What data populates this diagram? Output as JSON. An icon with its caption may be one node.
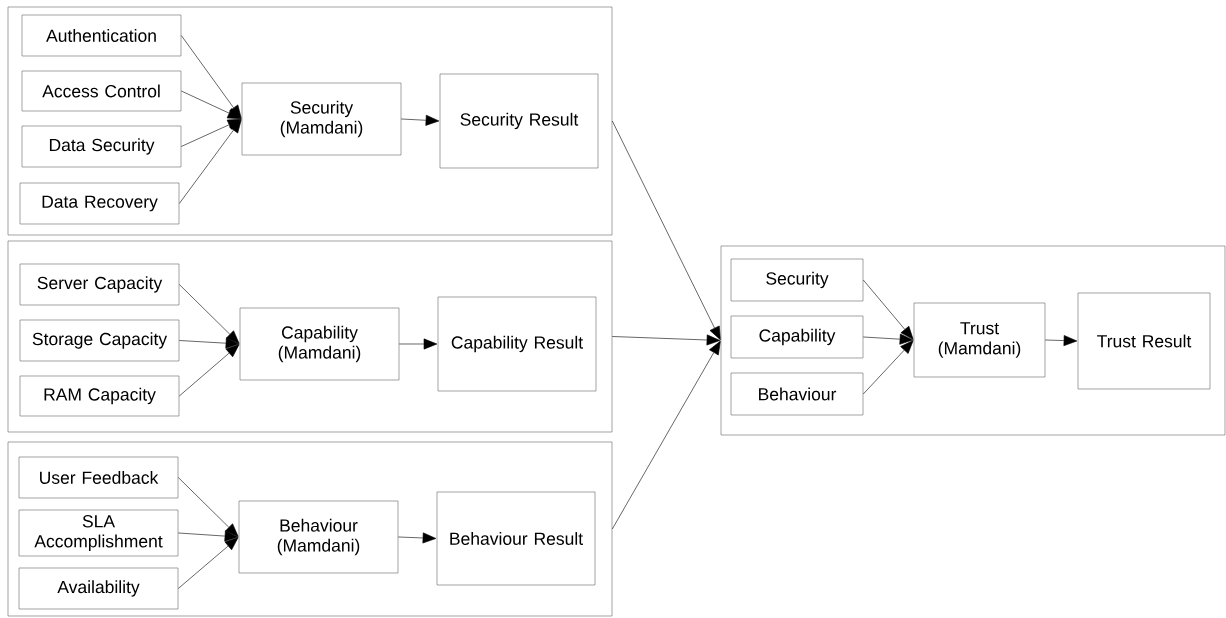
{
  "diagram": {
    "nodes": [
      {
        "text": [],
        "shape": "box"
      },
      {
        "text": [
          "Authentication"
        ],
        "in": 0
      },
      {
        "text": [
          "Access Control"
        ],
        "in": 0
      },
      {
        "text": [
          "Data Security"
        ],
        "in": 0
      },
      {
        "text": [
          "Data Recovery"
        ],
        "in": 0
      },
      {
        "text": [
          "Security (Mamdani)"
        ],
        "in": 0
      },
      {
        "text": [
          "Security Result"
        ],
        "in": 0
      },
      {
        "text": [],
        "shape": "box"
      },
      {
        "text": [
          "Server Capacity"
        ],
        "in": 7
      },
      {
        "text": [
          "Storage Capacity"
        ],
        "in": 7
      },
      {
        "text": [
          "RAM Capacity"
        ],
        "in": 7
      },
      {
        "text": [
          "Capability (Mamdani)"
        ],
        "in": 7
      },
      {
        "text": [
          "Capability Result"
        ],
        "in": 7
      },
      {
        "text": [],
        "shape": "box"
      },
      {
        "text": [
          "User Feedback"
        ],
        "in": 13
      },
      {
        "text": [
          "SLA Accomplishment"
        ],
        "in": 13
      },
      {
        "text": [
          "Availability"
        ],
        "in": 13
      },
      {
        "text": [
          "Behaviour (Mamdani)"
        ],
        "in": 13
      },
      {
        "text": [
          "Behaviour Result"
        ],
        "in": 13
      },
      {
        "text": [],
        "shape": "box"
      },
      {
        "text": [
          "Security"
        ],
        "in": 19
      },
      {
        "text": [
          "Capability"
        ],
        "in": 19
      },
      {
        "text": [
          "Behaviour"
        ],
        "in": 19
      },
      {
        "text": [
          "Trust (Mamdani)"
        ],
        "in": 19
      },
      {
        "text": [
          "Trust Result"
        ],
        "in": 19
      }
    ],
    "edges": [
      {
        "from": 1,
        "to": 5,
        "arrow": "to"
      },
      {
        "from": 2,
        "to": 5,
        "arrow": "to"
      },
      {
        "from": 3,
        "to": 5,
        "arrow": "to"
      },
      {
        "from": 4,
        "to": 5,
        "arrow": "to"
      },
      {
        "from": 5,
        "to": 6,
        "arrow": "to"
      },
      {
        "from": 8,
        "to": 11,
        "arrow": "to"
      },
      {
        "from": 9,
        "to": 11,
        "arrow": "to"
      },
      {
        "from": 10,
        "to": 11,
        "arrow": "to"
      },
      {
        "from": 11,
        "to": 12,
        "arrow": "to"
      },
      {
        "from": 14,
        "to": 17,
        "arrow": "to"
      },
      {
        "from": 15,
        "to": 17,
        "arrow": "to"
      },
      {
        "from": 16,
        "to": 17,
        "arrow": "to"
      },
      {
        "from": 17,
        "to": 18,
        "arrow": "to"
      },
      {
        "from": 0,
        "to": 19,
        "arrow": "to"
      },
      {
        "from": 7,
        "to": 19,
        "arrow": "to"
      },
      {
        "from": 13,
        "to": 19,
        "arrow": "to"
      },
      {
        "from": 20,
        "to": 23,
        "arrow": "to"
      },
      {
        "from": 21,
        "to": 23,
        "arrow": "to"
      },
      {
        "from": 22,
        "to": 23,
        "arrow": "to"
      },
      {
        "from": 23,
        "to": 24,
        "arrow": "to"
      }
    ]
  }
}
